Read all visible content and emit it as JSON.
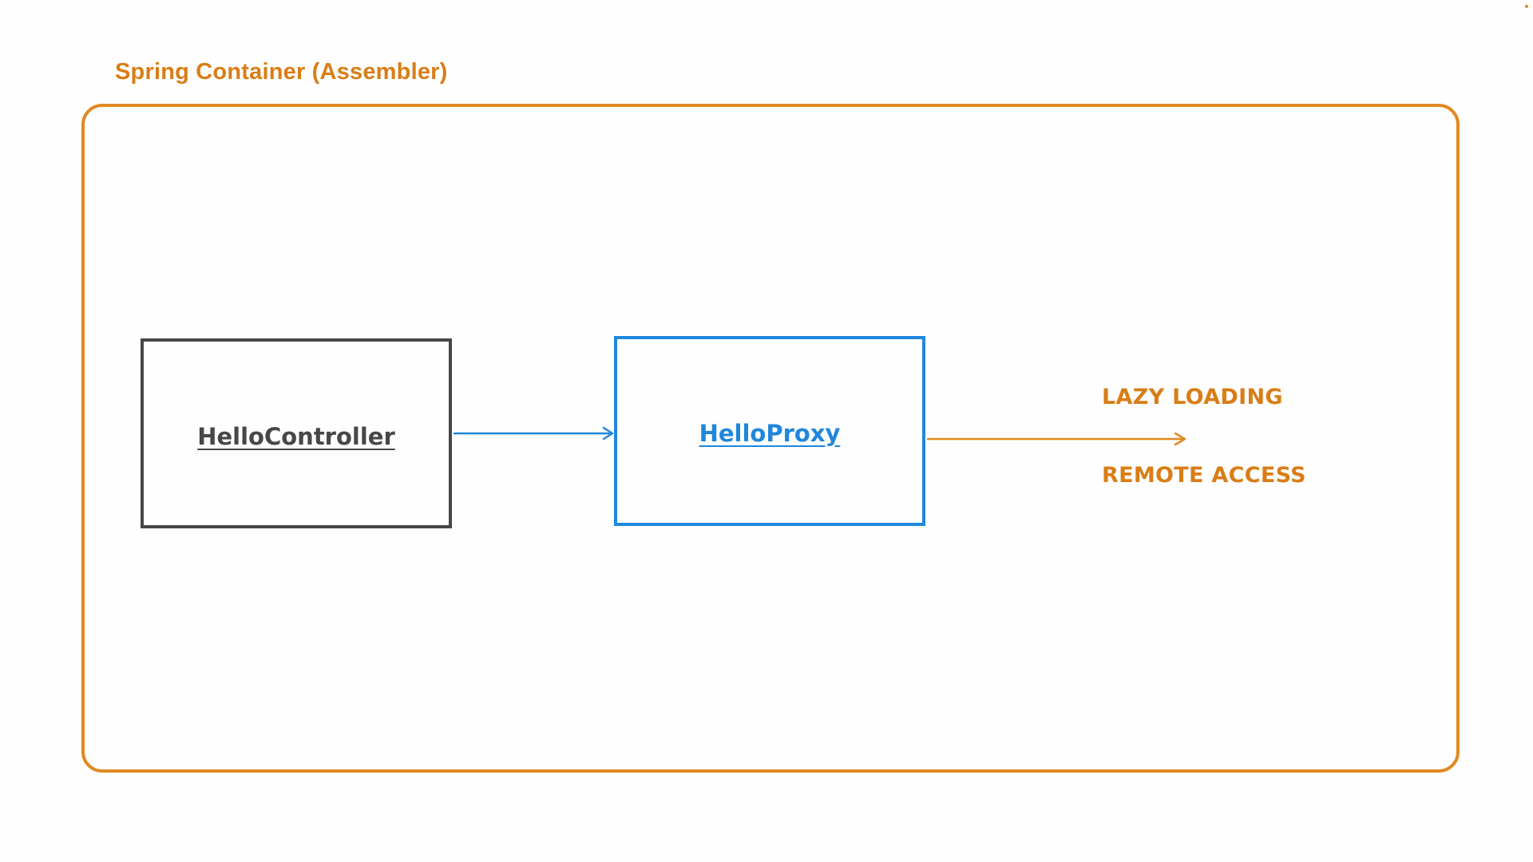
{
  "container": {
    "title": "Spring Container (Assembler)"
  },
  "nodes": {
    "controller": {
      "label": "HelloController"
    },
    "proxy": {
      "label": "HelloProxy"
    }
  },
  "annotations": {
    "lazy_loading": "LAZY LOADING",
    "remote_access": "REMOTE ACCESS"
  },
  "colors": {
    "orange": "#e08a22",
    "orange_text": "#d97d16",
    "blue": "#1f87dc",
    "dark": "#474747",
    "background": "#fefefe"
  }
}
